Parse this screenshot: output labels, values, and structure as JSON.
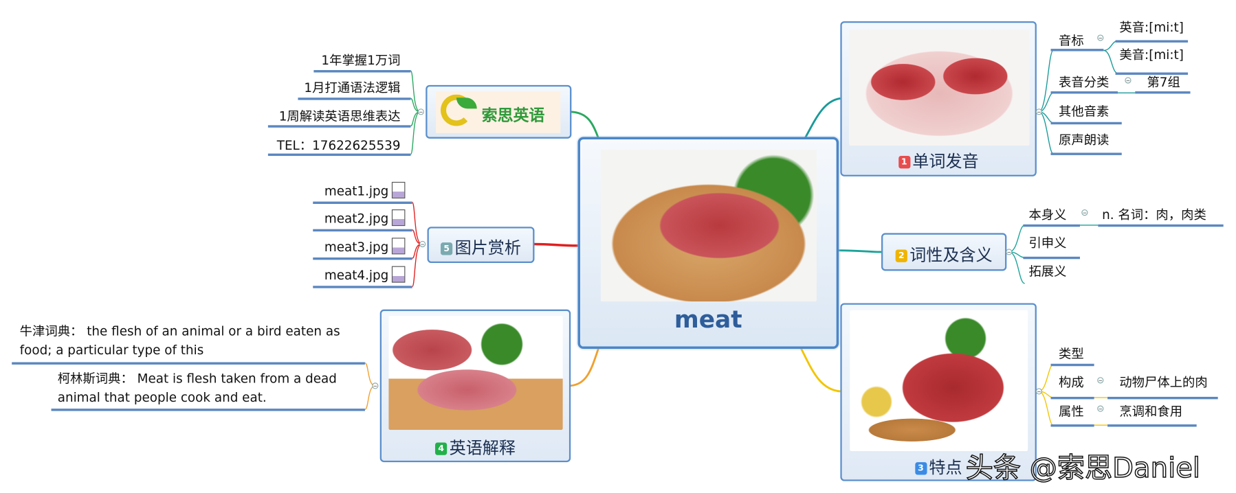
{
  "central": {
    "title": "meat"
  },
  "colors": {
    "topic_border": "#5b8fcc",
    "underline": "#5b87c0",
    "branch_pronunciation": "#1a9a9a",
    "branch_meaning": "#1aa39a",
    "branch_features": "#f2c500",
    "branch_english": "#f0a030",
    "branch_images": "#e02020",
    "branch_logo": "#2aa860"
  },
  "topics": {
    "pronunciation": {
      "badge": "1",
      "badge_color": "#e84c4c",
      "label": "单词发音",
      "children": [
        {
          "label": "音标",
          "children": [
            "英音:[mi:t]",
            "美音:[mi:t]"
          ]
        },
        {
          "label": "表音分类",
          "children": [
            "第7组"
          ]
        },
        {
          "label": "其他音素"
        },
        {
          "label": "原声朗读"
        }
      ]
    },
    "meaning": {
      "badge": "2",
      "badge_color": "#f0b400",
      "label": "词性及含义",
      "children": [
        {
          "label": "本身义",
          "children": [
            "n. 名词：肉，肉类"
          ]
        },
        {
          "label": "引申义"
        },
        {
          "label": "拓展义"
        }
      ]
    },
    "features": {
      "badge": "3",
      "badge_color": "#3b8be6",
      "label": "特点",
      "children": [
        {
          "label": "类型"
        },
        {
          "label": "构成",
          "children": [
            "动物尸体上的肉"
          ]
        },
        {
          "label": "属性",
          "children": [
            "烹调和食用"
          ]
        }
      ]
    },
    "english": {
      "badge": "4",
      "badge_color": "#22b04a",
      "label": "英语解释",
      "children": [
        {
          "label": "牛津词典：  the flesh of an animal or a bird eaten as food; a particular type of this"
        },
        {
          "label": "柯林斯词典：  Meat is flesh taken from a dead animal that people cook and eat."
        }
      ]
    },
    "images": {
      "badge": "5",
      "badge_color": "#7aaab0",
      "label": "图片赏析",
      "children": [
        "meat1.jpg",
        "meat2.jpg",
        "meat3.jpg",
        "meat4.jpg"
      ]
    },
    "logo": {
      "logo_text": "索思英语",
      "children": [
        "1年掌握1万词",
        "1月打通语法逻辑",
        "1周解读英语思维表达",
        "TEL：17622625539"
      ]
    }
  },
  "watermark": "头条 @索思Daniel"
}
